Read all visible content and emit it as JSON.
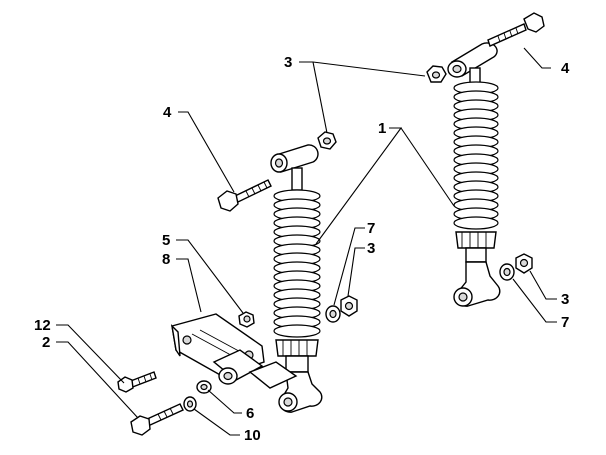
{
  "callouts": {
    "c3_top": "3",
    "c4_right": "4",
    "c4_left": "4",
    "c1": "1",
    "c7_mid": "7",
    "c3_mid": "3",
    "c5": "5",
    "c8": "8",
    "c12": "12",
    "c2": "2",
    "c6": "6",
    "c10": "10",
    "c3_right": "3",
    "c7_right": "7"
  }
}
